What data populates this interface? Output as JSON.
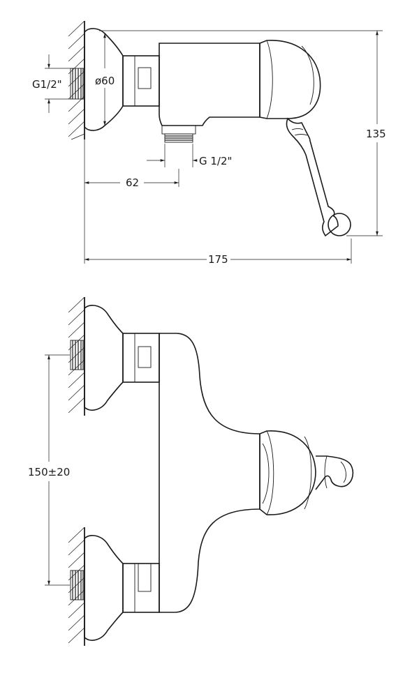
{
  "side_view": {
    "thread_wall_label": "G1/2\"",
    "diameter_label": "ø60",
    "thread_outlet_label": "G 1/2\"",
    "depth_outlet_label": "62",
    "total_depth_label": "175",
    "height_label": "135"
  },
  "front_view": {
    "centers_label": "150±20"
  }
}
